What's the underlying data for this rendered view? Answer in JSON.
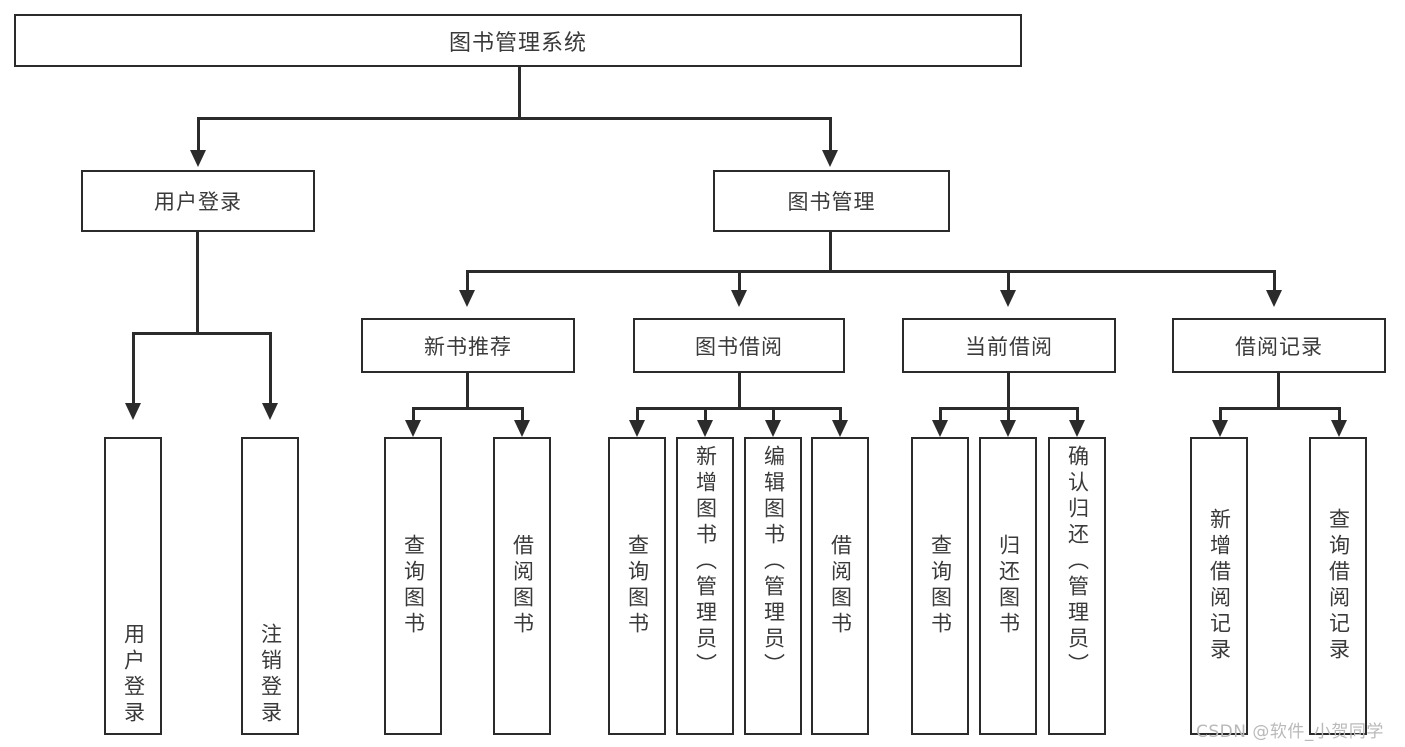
{
  "diagram": {
    "type": "tree-hierarchy-chart",
    "title": "图书管理系统",
    "watermark": "CSDN @软件_小贺同学",
    "colors": {
      "stroke": "#2b2b2b",
      "fill": "#ffffff",
      "text": "#3a3a3a",
      "watermark": "#b9b9b9"
    },
    "levels": {
      "root": {
        "label": "图书管理系统"
      },
      "level2": [
        {
          "label": "用户登录"
        },
        {
          "label": "图书管理"
        }
      ],
      "level3": [
        {
          "label": "新书推荐"
        },
        {
          "label": "图书借阅"
        },
        {
          "label": "当前借阅"
        },
        {
          "label": "借阅记录"
        }
      ],
      "leaves": {
        "user_login": [
          {
            "label": "用户登录"
          },
          {
            "label": "注销登录"
          }
        ],
        "new_book_recommend": [
          {
            "label": "查询图书"
          },
          {
            "label": "借阅图书"
          }
        ],
        "book_borrow": [
          {
            "label": "查询图书"
          },
          {
            "label": "新增图书（管理员）"
          },
          {
            "label": "编辑图书（管理员）"
          },
          {
            "label": "借阅图书"
          }
        ],
        "current_borrow": [
          {
            "label": "查询图书"
          },
          {
            "label": "归还图书"
          },
          {
            "label": "确认归还（管理员）"
          }
        ],
        "borrow_record": [
          {
            "label": "新增借阅记录"
          },
          {
            "label": "查询借阅记录"
          }
        ]
      }
    }
  }
}
